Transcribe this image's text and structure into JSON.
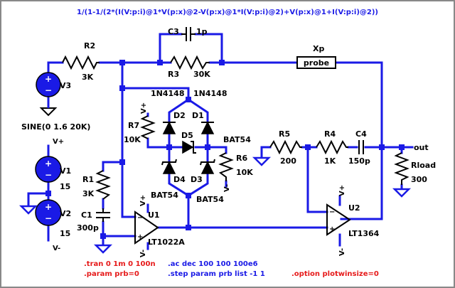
{
  "expression": "1/(1-1/(2*(I(V:p:i)@1*V(p:x)@2-V(p:x)@1*I(V:p:i)@2)+V(p:x)@1+I(V:p:i)@2))",
  "components": {
    "r2": {
      "name": "R2",
      "value": "3K"
    },
    "r3": {
      "name": "R3",
      "value": "30K"
    },
    "c3": {
      "name": "C3",
      "value": "1p"
    },
    "xp": {
      "name": "Xp",
      "value": "probe"
    },
    "v3": {
      "name": "V3",
      "value": "SINE(0 1.6 20K)"
    },
    "v1": {
      "name": "V1",
      "value": "15"
    },
    "v2": {
      "name": "V2",
      "value": "15"
    },
    "r7": {
      "name": "R7",
      "value": "10K"
    },
    "r6": {
      "name": "R6",
      "value": "10K"
    },
    "d1": {
      "name": "D1",
      "value": "1N4148"
    },
    "d2": {
      "name": "D2",
      "value": "1N4148"
    },
    "d3": {
      "name": "D3",
      "value": "BAT54"
    },
    "d4": {
      "name": "D4",
      "value": "BAT54"
    },
    "d5": {
      "name": "D5",
      "value": "BAT54"
    },
    "r1": {
      "name": "R1",
      "value": "3K"
    },
    "c1": {
      "name": "C1",
      "value": "300p"
    },
    "u1": {
      "name": "U1",
      "value": "LT1022A"
    },
    "r5": {
      "name": "R5",
      "value": "200"
    },
    "r4": {
      "name": "R4",
      "value": "1K"
    },
    "c4": {
      "name": "C4",
      "value": "150p"
    },
    "rload": {
      "name": "Rload",
      "value": "300"
    },
    "u2": {
      "name": "U2",
      "value": "LT1364"
    }
  },
  "nets": {
    "vplus": "V+",
    "vminus": "V-",
    "out": "out"
  },
  "directives": {
    "tran": ".tran 0 1m 0 100n",
    "param": ".param prb=0",
    "ac": ".ac dec 100 100 100e6",
    "step": ".step param prb list -1 1",
    "option": ".option plotwinsize=0"
  },
  "colors": {
    "wire": "#1a1ae6",
    "component": "#000000",
    "directive_blue": "#1a1ae6",
    "directive_red": "#e61a1a",
    "background": "#ffffff",
    "window": "#000000"
  }
}
